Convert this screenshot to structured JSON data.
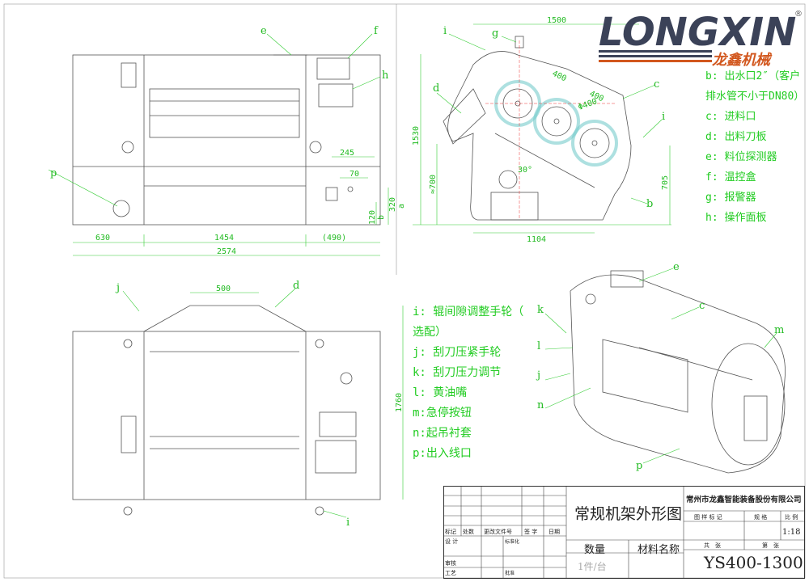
{
  "logo": {
    "brand": "LONGXIN",
    "brand_cn": "龙鑫机械",
    "registered": "®",
    "colors": {
      "dark": "#3b4258",
      "orange": "#d2571e"
    }
  },
  "front_view": {
    "labels": {
      "e": "e",
      "f": "f",
      "h": "h",
      "p": "p",
      "a": "a",
      "b": "b"
    },
    "dims": {
      "d630": "630",
      "d1454": "1454",
      "d490": "(490)",
      "d2574": "2574",
      "d245": "245",
      "d70": "70",
      "d320": "320",
      "d120": "120"
    }
  },
  "side_view": {
    "labels": {
      "i1": "i",
      "g": "g",
      "d": "d",
      "c": "c",
      "i2": "i",
      "b": "b"
    },
    "dims": {
      "d1500": "1500",
      "d1530": "1530",
      "d700": "≈700",
      "d705": "705",
      "d1104": "1104",
      "d400a": "400",
      "d400b": "400",
      "phi400": "Φ400",
      "angle": "30°"
    }
  },
  "top_view": {
    "labels": {
      "j": "j",
      "d": "d",
      "i": "i"
    },
    "dims": {
      "d500": "500",
      "d1760": "1760"
    }
  },
  "iso_view": {
    "labels": {
      "e": "e",
      "c": "c",
      "k": "k",
      "l": "l",
      "j": "j",
      "n": "n",
      "m": "m",
      "p": "p"
    }
  },
  "legend_right": [
    "b: 出水口2″（客户",
    "排水管不小于DN80）",
    "c: 进料口",
    "d: 出料刀板",
    "e: 料位探测器",
    "f: 温控盒",
    "g: 报警器",
    "h: 操作面板"
  ],
  "legend_center": [
    "i: 辊间隙调整手轮（",
    "选配）",
    "j: 刮刀压紧手轮",
    "k: 刮刀压力调节",
    "l: 黄油嘴",
    "m:急停按钮",
    "n:起吊衬套",
    "p:出入线口"
  ],
  "title_block": {
    "drawing_title": "常规机架外形图",
    "company": "常州市龙鑫智能装备股份有限公司",
    "rev_headers": [
      "标记",
      "处数",
      "更改文件号",
      "签 字",
      "日期"
    ],
    "sign_rows": [
      "设 计",
      "审核",
      "工艺"
    ],
    "standardize": "标准化",
    "approve": "批准",
    "mark_header": "图 样 标 记",
    "spec_header": "规 格",
    "scale_header": "比 例",
    "scale": "1:18",
    "total_sheets": "共　张",
    "sheet_no": "第　张",
    "qty_header": "数量",
    "material_header": "材料名称",
    "qty": "1件/台",
    "model": "YS400-1300"
  }
}
